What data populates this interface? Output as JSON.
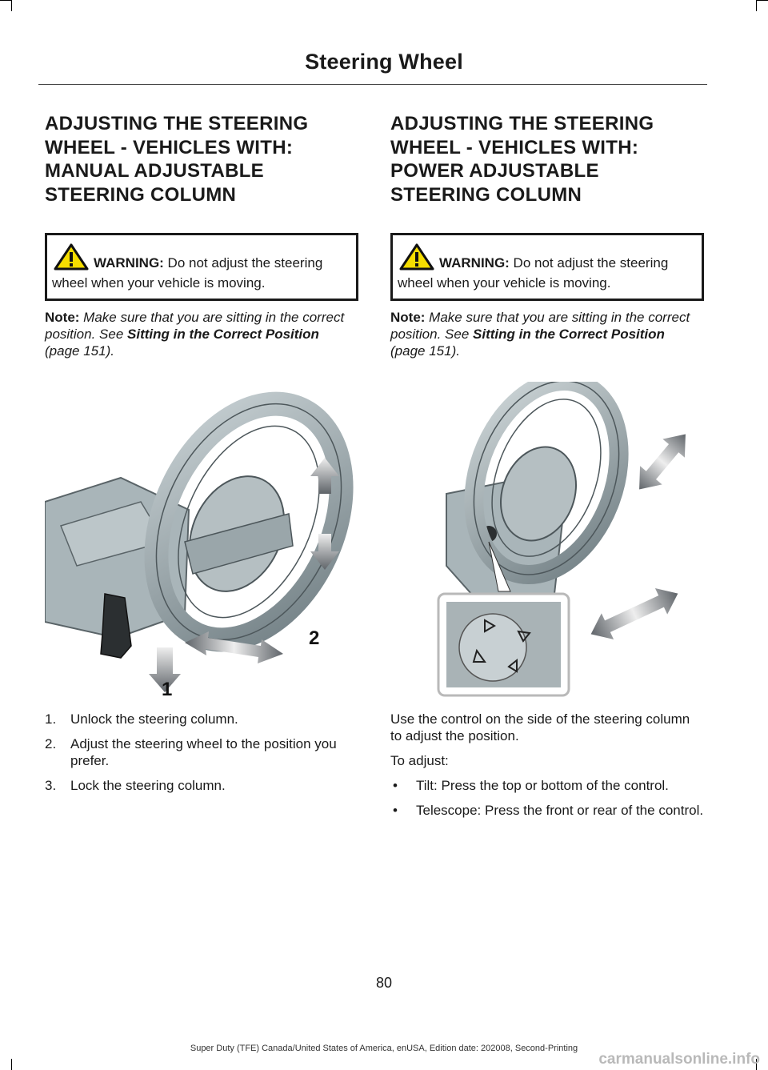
{
  "header": {
    "title": "Steering Wheel"
  },
  "left": {
    "heading_lines": [
      "ADJUSTING THE STEERING",
      "WHEEL - VEHICLES WITH:",
      "MANUAL ADJUSTABLE",
      "STEERING COLUMN"
    ],
    "warning_label": "WARNING:",
    "warning_text": " Do not adjust the steering wheel when your vehicle is moving.",
    "note_label": "Note:",
    "note_text": "  Make sure that you are sitting in the correct position.  See ",
    "note_ref": "Sitting in the Correct Position",
    "note_page": " (page 151).",
    "callouts": {
      "one": "1",
      "two": "2"
    },
    "steps": [
      {
        "num": "1.",
        "text": "Unlock the steering column."
      },
      {
        "num": "2.",
        "text": "Adjust the steering wheel to the position you prefer."
      },
      {
        "num": "3.",
        "text": "Lock the steering column."
      }
    ]
  },
  "right": {
    "heading_lines": [
      "ADJUSTING THE STEERING",
      "WHEEL - VEHICLES WITH:",
      "POWER ADJUSTABLE",
      "STEERING COLUMN"
    ],
    "warning_label": "WARNING:",
    "warning_text": " Do not adjust the steering wheel when your vehicle is moving.",
    "note_label": "Note:",
    "note_text": "  Make sure that you are sitting in the correct position.  See ",
    "note_ref": "Sitting in the Correct Position",
    "note_page": " (page 151).",
    "intro": "Use the control on the side of the steering column to adjust the position.",
    "to_adjust": "To adjust:",
    "bullets": [
      {
        "dot": "•",
        "text": "Tilt: Press the top or bottom of the control."
      },
      {
        "dot": "•",
        "text": "Telescope: Press the front or rear of the control."
      }
    ]
  },
  "page_number": "80",
  "footer": "Super Duty (TFE) Canada/United States of America, enUSA, Edition date: 202008, Second-Printing",
  "watermark": "carmanualsonline.info",
  "colors": {
    "wheel": "#8f9ea3",
    "arrow": "#6e7378",
    "text": "#1a1a1a"
  }
}
